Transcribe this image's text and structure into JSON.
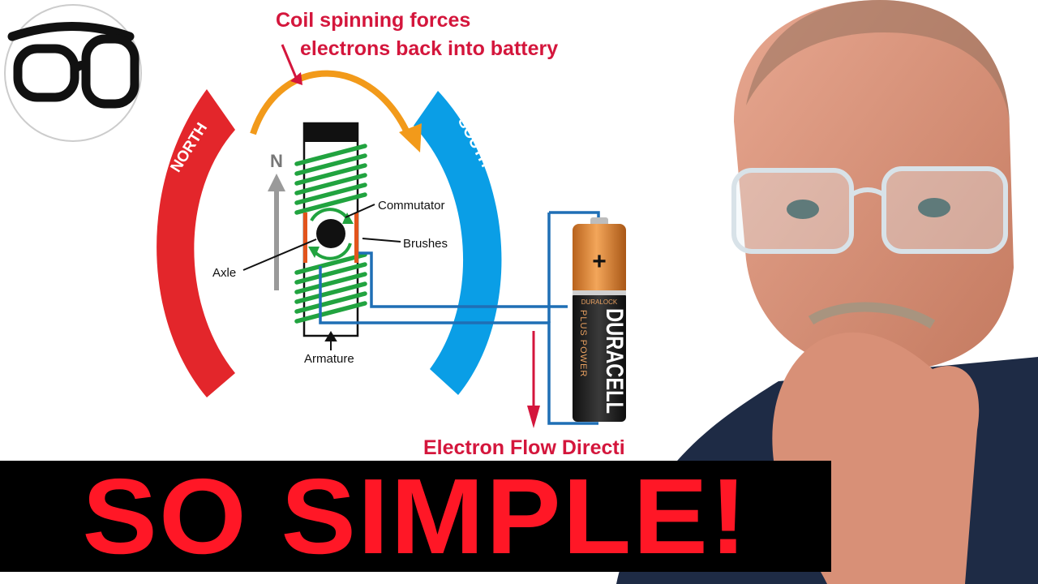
{
  "diagram": {
    "callout_line1": "Coil spinning forces",
    "callout_line2": "electrons back into battery",
    "north_label": "NORTH",
    "south_label": "SOUTH",
    "n_arrow_label": "N",
    "commutator_label": "Commutator",
    "brushes_label": "Brushes",
    "axle_label": "Axle",
    "armature_label": "Armature",
    "flow_label": "Electron Flow Directi",
    "battery": {
      "plus": "+",
      "brand_small": "DURALOCK",
      "brand": "DURACELL",
      "subtitle": "PLUS POWER"
    }
  },
  "banner": {
    "text": "SO SIMPLE!"
  },
  "logo": {
    "icon": "glasses-icon"
  },
  "colors": {
    "north": "#e3262b",
    "south": "#0a9ee6",
    "coil": "#21a33f",
    "accent_red": "#d4163c",
    "arrow_orange": "#f29a1a",
    "wire_blue": "#1f6fb5",
    "banner_bg": "#000000",
    "banner_text": "#ff1726"
  }
}
